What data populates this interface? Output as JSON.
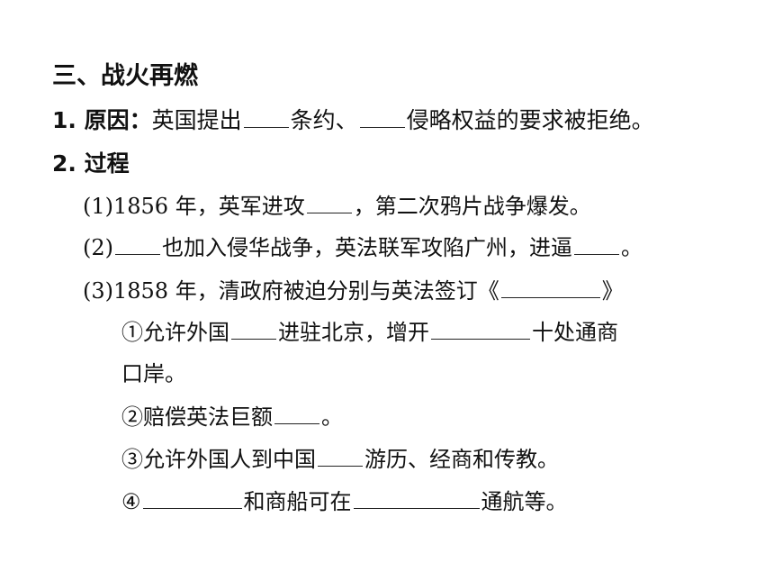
{
  "section_title": "三、战火再燃",
  "cause": {
    "label": "1. 原因：",
    "part1": "英国提出",
    "part2": "条约、",
    "part3": "侵略权益的要求被拒绝。"
  },
  "process": {
    "label": "2. 过程",
    "item1": {
      "part1": "(1)1856 年，英军进攻",
      "part2": "，第二次鸦片战争爆发。"
    },
    "item2": {
      "part1": "(2)",
      "part2": "也加入侵华战争，英法联军攻陷广州，进逼",
      "part3": "。"
    },
    "item3": {
      "part1": "(3)1858 年，清政府被迫分别与英法签订《",
      "part2": "》"
    },
    "sub1": {
      "part1": "①允许外国",
      "part2": "进驻北京，增开",
      "part3": "十处通商",
      "part4": "口岸。"
    },
    "sub2": {
      "part1": "②赔偿英法巨额",
      "part2": "。"
    },
    "sub3": {
      "part1": "③允许外国人到中国",
      "part2": "游历、经商和传教。"
    },
    "sub4": {
      "part1": "④",
      "part2": "和商船可在",
      "part3": "通航等。"
    }
  }
}
